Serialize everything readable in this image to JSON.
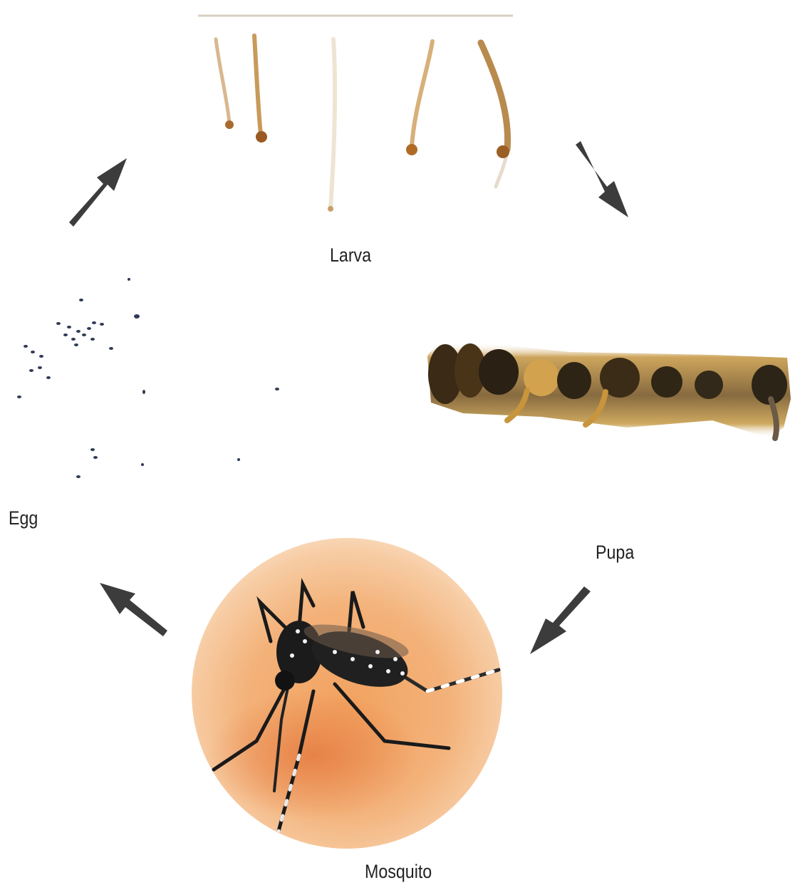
{
  "diagram": {
    "stages": {
      "larva": "Larva",
      "pupa": "Pupa",
      "mosquito": "Mosquito",
      "egg": "Egg"
    },
    "arrow_color": "#3c3c3c",
    "cycle_order": [
      "egg",
      "larva",
      "pupa",
      "mosquito"
    ]
  }
}
